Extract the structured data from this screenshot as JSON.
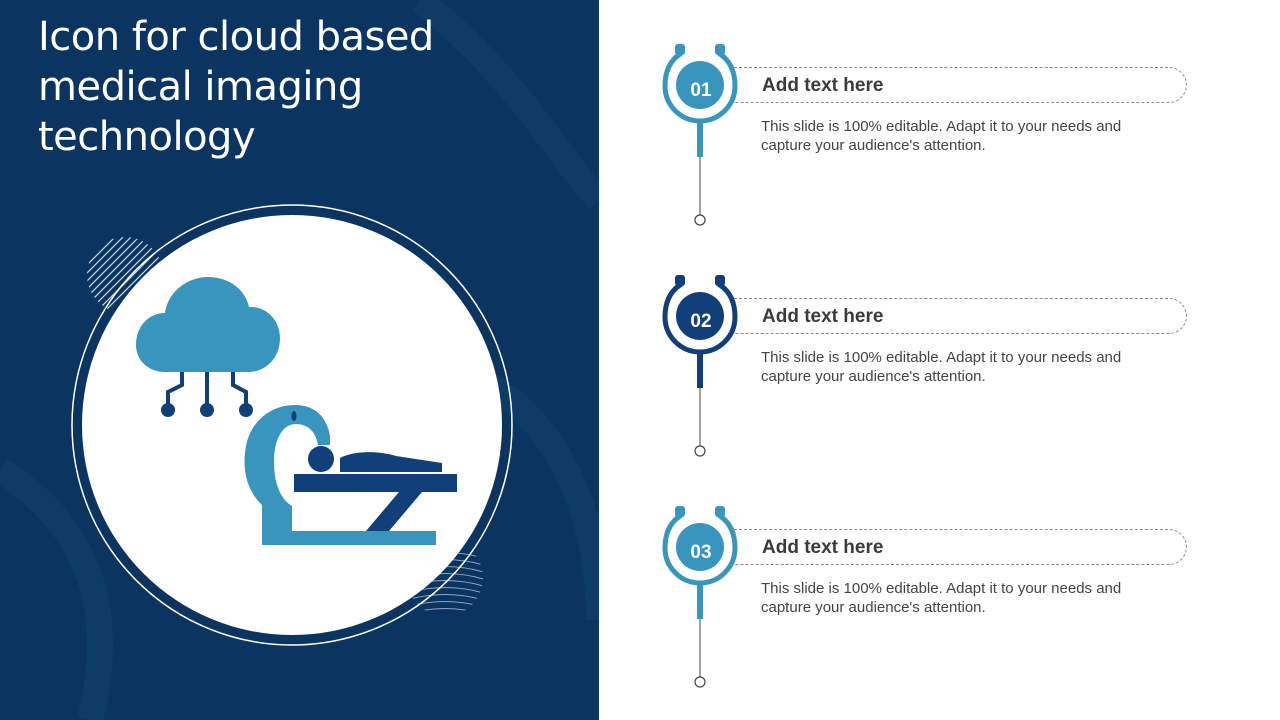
{
  "slide": {
    "title": "Icon for cloud based medical imaging technology"
  },
  "colors": {
    "navy": "#0b3560",
    "light_blue": "#3896be",
    "dark_blue": "#103f7a",
    "text_gray": "#444444"
  },
  "hero": {
    "icons": [
      "cloud-icon",
      "mri-scanner-icon"
    ]
  },
  "items": [
    {
      "number": "01",
      "heading": "Add text here",
      "description": "This slide is 100% editable. Adapt it to your needs and capture your audience's attention.",
      "color": "#3896be",
      "icon": "stethoscope-icon"
    },
    {
      "number": "02",
      "heading": "Add text here",
      "description": "This slide is 100% editable. Adapt it to your needs and capture your audience's attention.",
      "color": "#103f7a",
      "icon": "stethoscope-icon"
    },
    {
      "number": "03",
      "heading": "Add text here",
      "description": "This slide is 100% editable. Adapt it to your needs and capture your audience's attention.",
      "color": "#3896be",
      "icon": "stethoscope-icon"
    }
  ]
}
